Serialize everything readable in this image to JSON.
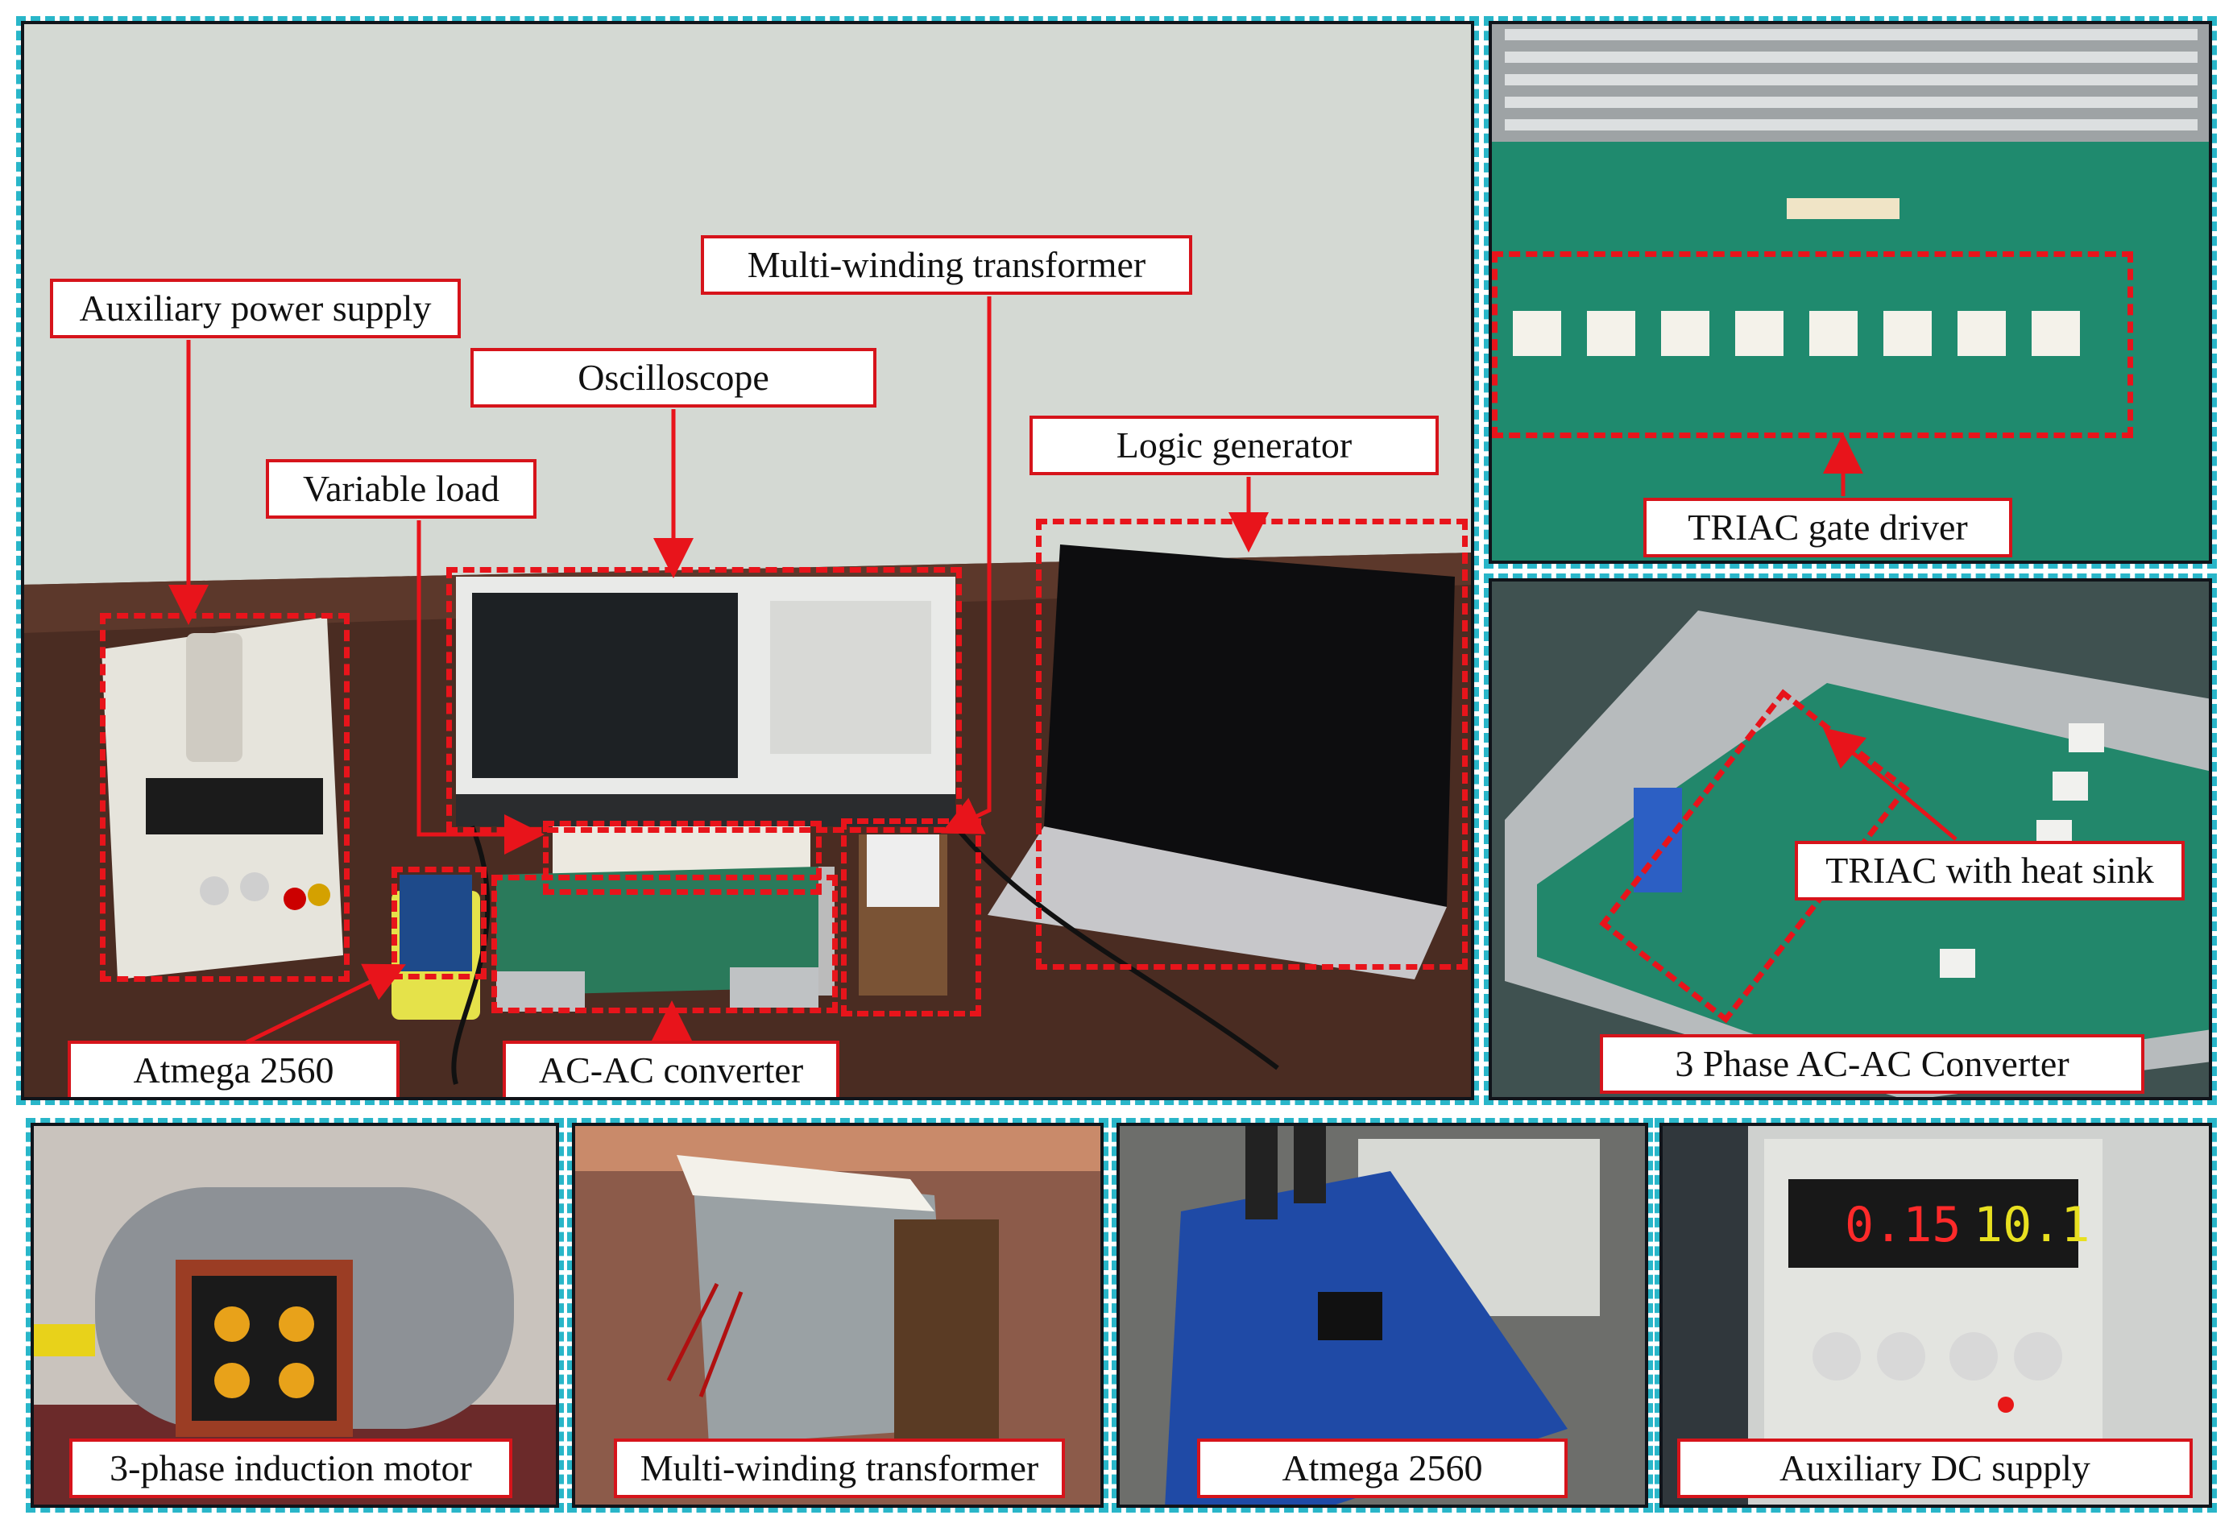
{
  "figure": {
    "colors": {
      "frame_dash": "#29b6c9",
      "label_border": "#d6141b",
      "highlight": "#e8141b"
    },
    "main_setup": {
      "labels": {
        "aux_power_supply": "Auxiliary power supply",
        "oscilloscope": "Oscilloscope",
        "multi_winding_transformer": "Multi-winding transformer",
        "variable_load": "Variable load",
        "logic_generator": "Logic generator",
        "atmega": "Atmega 2560",
        "ac_ac_converter": "AC-AC converter"
      }
    },
    "triac_driver_panel": {
      "label": "TRIAC gate driver"
    },
    "converter_panel": {
      "label_heatsink": "TRIAC with heat sink",
      "label_converter": "3 Phase AC-AC Converter"
    },
    "bottom_panels": [
      {
        "label": "3-phase induction motor"
      },
      {
        "label": "Multi-winding transformer"
      },
      {
        "label": "Atmega 2560"
      },
      {
        "label": "Auxiliary DC supply",
        "display_current": "0.15",
        "display_voltage": "10.1"
      }
    ]
  }
}
